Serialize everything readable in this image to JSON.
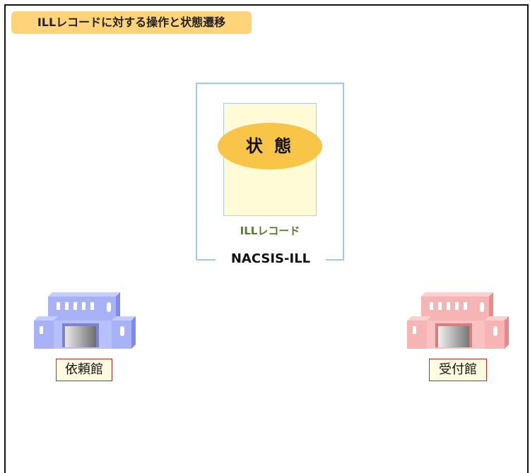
{
  "title": "ILLレコードに対する操作と状態遷移",
  "system": {
    "label": "NACSIS-ILL",
    "record_label": "ILLレコード",
    "state_label": "状 態"
  },
  "libraries": {
    "requester": {
      "label": "依頼館",
      "color": "#9aa8f4"
    },
    "supplier": {
      "label": "受付館",
      "color": "#f5a3a3"
    }
  },
  "colors": {
    "title_bg": "#ffd37a",
    "state_fill": "#f8c548",
    "record_fill": "#fffbd6",
    "system_border": "#9fcbe8"
  }
}
